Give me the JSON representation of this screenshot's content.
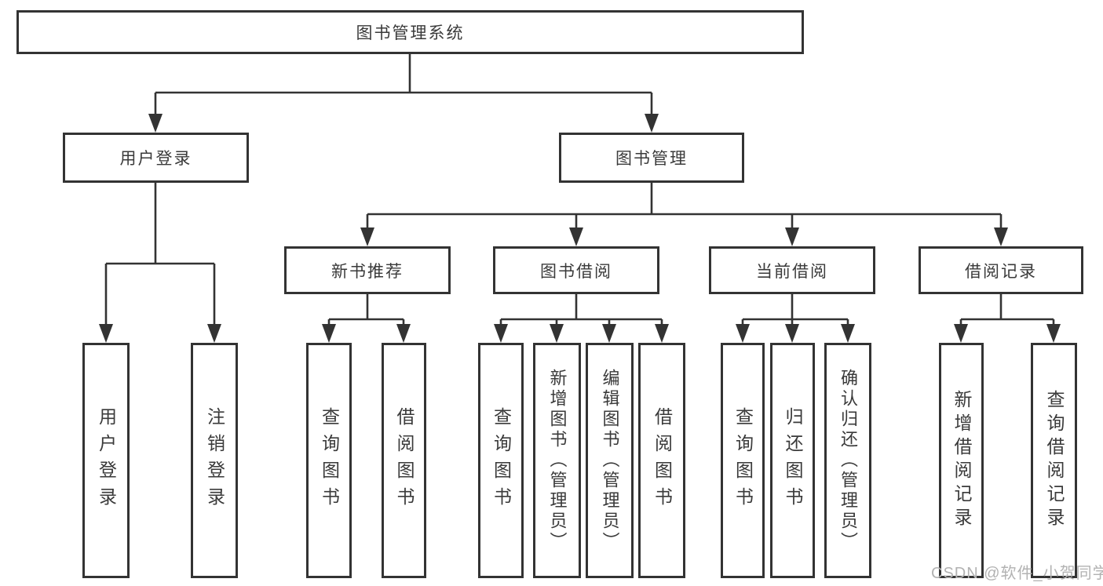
{
  "tree": {
    "root": "图书管理系统",
    "level2": [
      {
        "label": "用户登录",
        "leaves": [
          "用户登录",
          "注销登录"
        ]
      },
      {
        "label": "图书管理",
        "groups": [
          {
            "label": "新书推荐",
            "leaves": [
              "查询图书",
              "借阅图书"
            ]
          },
          {
            "label": "图书借阅",
            "leaves": [
              "查询图书",
              "新增图书（管理员）",
              "编辑图书（管理员）",
              "借阅图书"
            ]
          },
          {
            "label": "当前借阅",
            "leaves": [
              "查询图书",
              "归还图书",
              "确认归还（管理员）"
            ]
          },
          {
            "label": "借阅记录",
            "leaves": [
              "新增借阅记录",
              "查询借阅记录"
            ]
          }
        ]
      }
    ]
  },
  "watermark": "CSDN @软件_小贺同学",
  "colors": {
    "line": "#333333",
    "box_border": "#333333",
    "text": "#3a3a3a",
    "watermark": "#b2b2b2",
    "background": "#ffffff"
  }
}
